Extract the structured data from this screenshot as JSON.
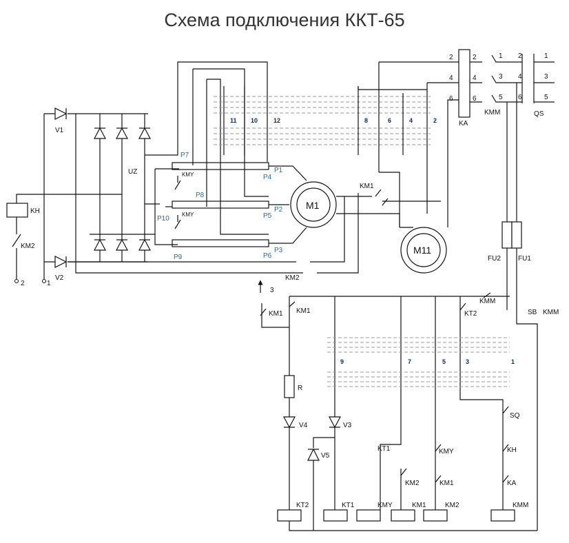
{
  "title": "Схема подключения ККТ-65",
  "labels": {
    "V1": "V1",
    "V2": "V2",
    "UZ": "UZ",
    "KH": "KH",
    "KM2": "KM2",
    "T2": "2",
    "T1": "1",
    "P7": "P7",
    "P8": "P8",
    "P9": "P9",
    "P10": "P10",
    "P1": "P1",
    "P2": "P2",
    "P3": "P3",
    "P4": "P4",
    "P5": "P5",
    "P6": "P6",
    "KMY": "KMY",
    "M1": "M1",
    "M11": "M11",
    "KM1": "KM1",
    "KA": "KA",
    "KMM": "KMM",
    "QS": "QS",
    "FU1": "FU1",
    "FU2": "FU2",
    "SB": "SB",
    "KT2": "KT2",
    "KT1": "KT1",
    "R": "R",
    "V3": "V3",
    "V4": "V4",
    "V5": "V5",
    "SQ": "SQ",
    "arrow3": "3"
  },
  "controller_numbers_top": [
    "11",
    "10",
    "12",
    "8",
    "6",
    "4",
    "2"
  ],
  "controller_numbers_bottom": [
    "9",
    "7",
    "5",
    "3",
    "1"
  ],
  "terminal_numbers": {
    "ka_in": [
      "2",
      "4",
      "6"
    ],
    "ka_out": [
      "2",
      "4",
      "6"
    ],
    "kmm_out": [
      "1",
      "3",
      "5"
    ],
    "qs_in": [
      "2",
      "4",
      "6"
    ],
    "qs_out": [
      "1",
      "3",
      "5"
    ]
  },
  "coil_labels": [
    "KT2",
    "KT1",
    "KMY",
    "KM1",
    "KM2",
    "KMM"
  ]
}
